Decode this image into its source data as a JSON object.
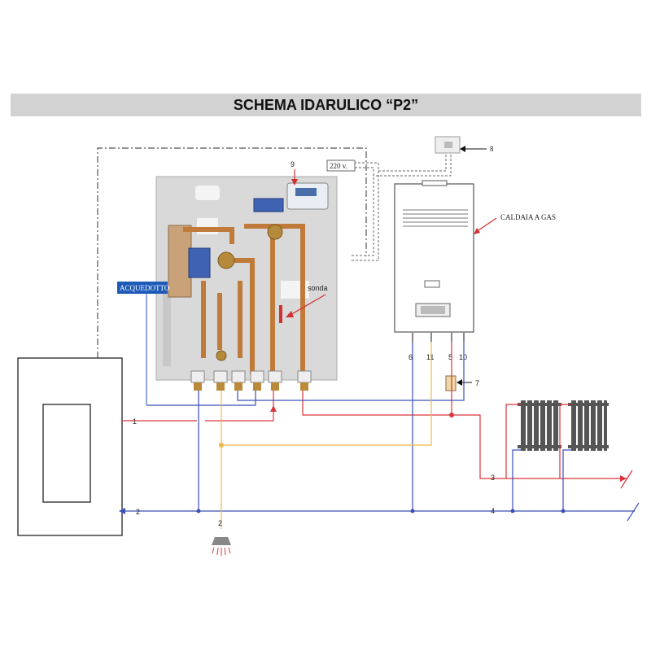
{
  "title": "SCHEMA IDARULICO “P2”",
  "labels": {
    "acquedotto": "ACQUEDOTTO",
    "sonda": "sonda",
    "voltage": "220 v.",
    "caldaia": "CALDAIA A GAS",
    "n1": "1",
    "n2_left": "2",
    "n2_bottom": "2",
    "n3": "3",
    "n4": "4",
    "n5": "5",
    "n6": "6",
    "n7": "7",
    "n8": "8",
    "n9": "9",
    "n10": "10",
    "n11": "11"
  },
  "colors": {
    "red_line": "#d9353a",
    "blue_line": "#3a4fb8",
    "yellow_line": "#f0b74a",
    "copper": "#c07a3a",
    "panel": "#d8d8d8"
  }
}
